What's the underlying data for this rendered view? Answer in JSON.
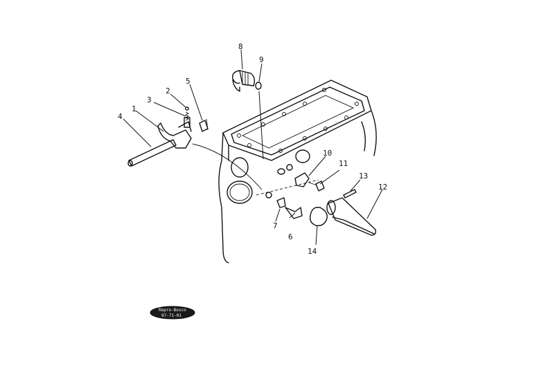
{
  "callouts": {
    "c1": "1",
    "c2": "2",
    "c3": "3",
    "c4": "4",
    "c5": "5",
    "c6": "6",
    "c7": "7",
    "c8": "8",
    "c9": "9",
    "c10": "10",
    "c11": "11",
    "c12": "12",
    "c13": "13",
    "c14": "14"
  },
  "stamp": {
    "line1": "Repro-Bosco",
    "line2": "97-71-01"
  }
}
